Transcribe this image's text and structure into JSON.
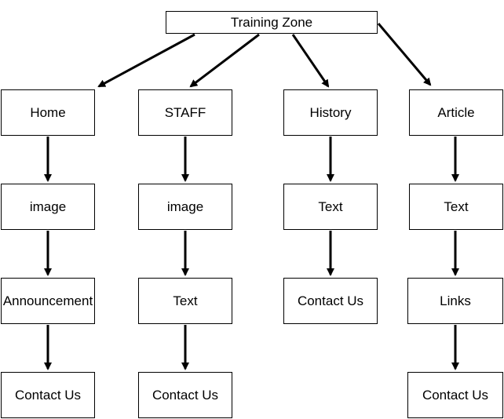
{
  "diagram": {
    "root": "Training Zone",
    "home": {
      "label": "Home",
      "children": [
        "image",
        "Announcement",
        "Contact Us"
      ]
    },
    "staff": {
      "label": "STAFF",
      "children": [
        "image",
        "Text",
        "Contact Us"
      ]
    },
    "history": {
      "label": "History",
      "children": [
        "Text",
        "Contact Us"
      ]
    },
    "article": {
      "label": "Article",
      "children": [
        "Text",
        "Links",
        "Contact Us"
      ]
    }
  },
  "colors": {
    "stroke": "#000000",
    "node_fill": "#ffffff",
    "text": "#000000"
  }
}
